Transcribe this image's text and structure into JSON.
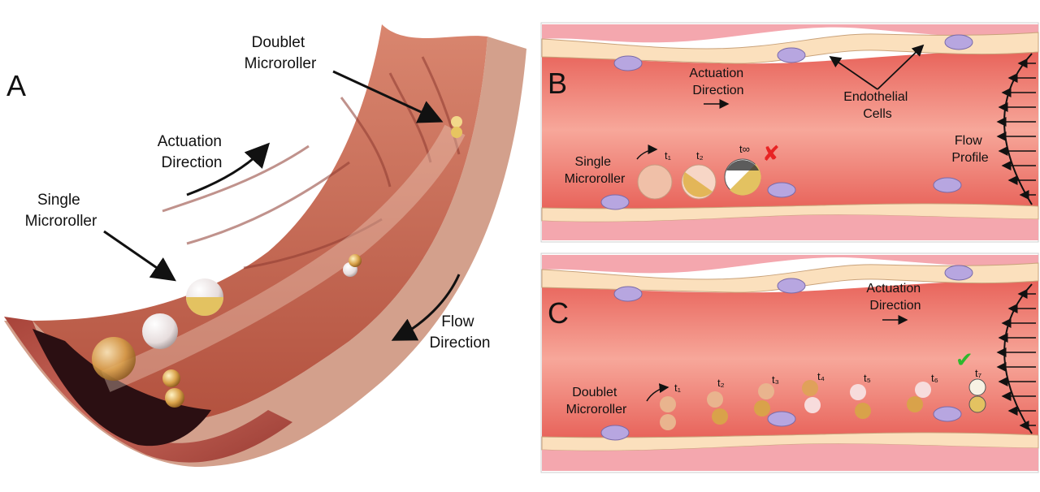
{
  "panel_a": {
    "letter": "A",
    "doublet_label": [
      "Doublet",
      "Microroller"
    ],
    "actuation_label": [
      "Actuation",
      "Direction"
    ],
    "single_label": [
      "Single",
      "Microroller"
    ],
    "flow_label": [
      "Flow",
      "Direction"
    ]
  },
  "panel_b": {
    "letter": "B",
    "actuation_label": [
      "Actuation",
      "Direction"
    ],
    "endothelial_label": [
      "Endothelial",
      "Cells"
    ],
    "flow_profile_label": [
      "Flow",
      "Profile"
    ],
    "single_label": [
      "Single",
      "Microroller"
    ],
    "times": [
      "t₁",
      "t₂",
      "t∞"
    ],
    "fail_mark": "✘"
  },
  "panel_c": {
    "letter": "C",
    "actuation_label": [
      "Actuation",
      "Direction"
    ],
    "doublet_label": [
      "Doublet",
      "Microroller"
    ],
    "times": [
      "t₁",
      "t₂",
      "t₃",
      "t₄",
      "t₅",
      "t₆",
      "t₇"
    ],
    "success_mark": "✔"
  },
  "colors": {
    "vessel_wall": "#f4a7ae",
    "lumen": "#ec7168",
    "endothelium": "#fbe0bd",
    "nucleus": "#b7a6e0",
    "tissue": "#c45a48",
    "fail": "#e82424",
    "success": "#2eb82e"
  }
}
